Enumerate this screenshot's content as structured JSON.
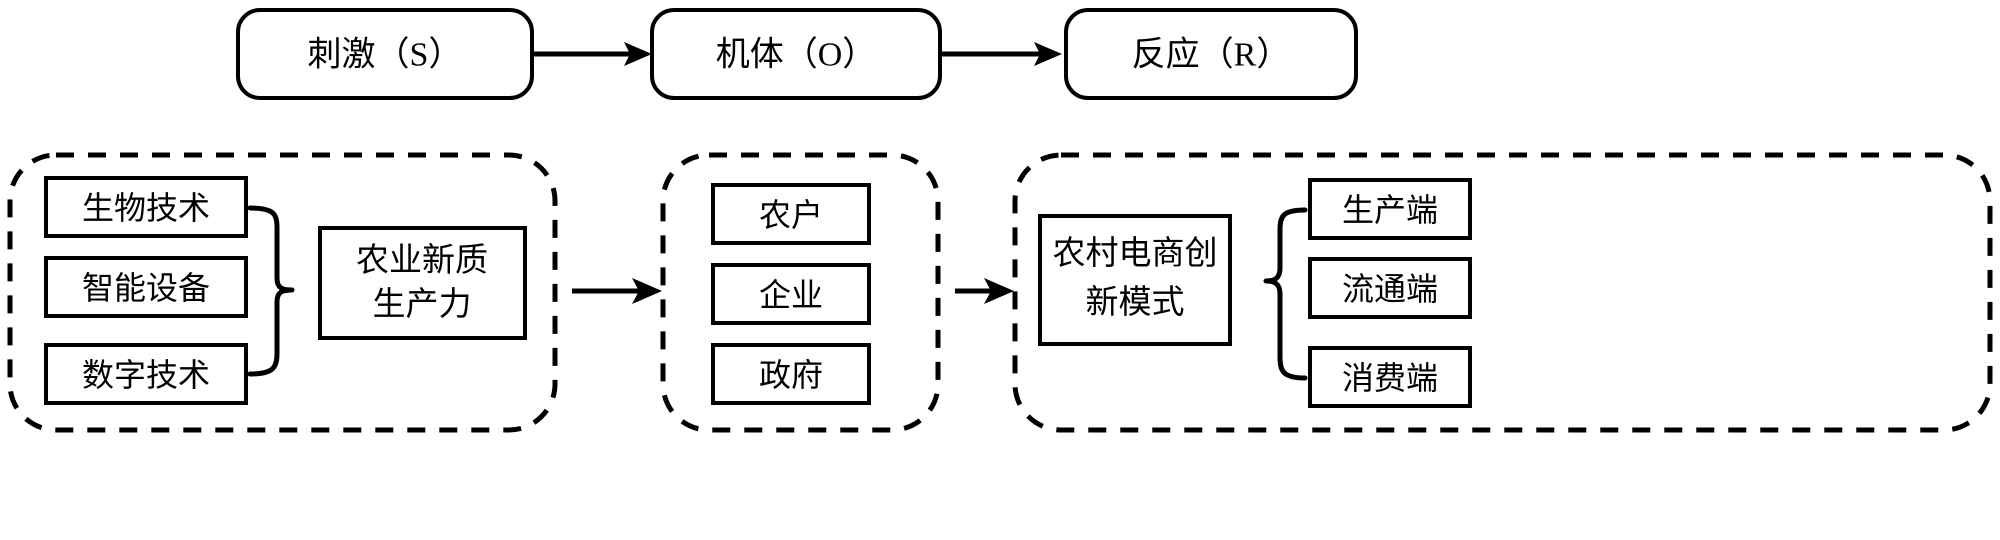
{
  "diagram": {
    "title_row": {
      "boxes": [
        {
          "id": "stimulus",
          "label": "刺激（S）"
        },
        {
          "id": "organism",
          "label": "机体（O）"
        },
        {
          "id": "response",
          "label": "反应（R）"
        }
      ],
      "arrows": [
        {
          "from": "stimulus",
          "to": "organism"
        },
        {
          "from": "organism",
          "to": "response"
        }
      ]
    },
    "groups": [
      {
        "id": "group-stimulus",
        "inputs": [
          {
            "label": "生物技术"
          },
          {
            "label": "智能设备"
          },
          {
            "label": "数字技术"
          }
        ],
        "output": {
          "line1": "农业新质",
          "line2": "生产力"
        },
        "brace": "right-pointing-brace"
      },
      {
        "id": "group-organism",
        "actors": [
          {
            "label": "农户"
          },
          {
            "label": "企业"
          },
          {
            "label": "政府"
          }
        ]
      },
      {
        "id": "group-response",
        "source": {
          "line1": "农村电商创",
          "line2": "新模式"
        },
        "brace": "left-pointing-brace",
        "outputs": [
          {
            "label": "生产端"
          },
          {
            "label": "流通端"
          },
          {
            "label": "消费端"
          }
        ]
      }
    ],
    "group_arrows": [
      {
        "from": "group-stimulus",
        "to": "group-organism"
      },
      {
        "from": "group-organism",
        "to": "group-response"
      }
    ]
  },
  "colors": {
    "stroke": "#000000",
    "fill": "#ffffff",
    "background": "#ffffff"
  }
}
